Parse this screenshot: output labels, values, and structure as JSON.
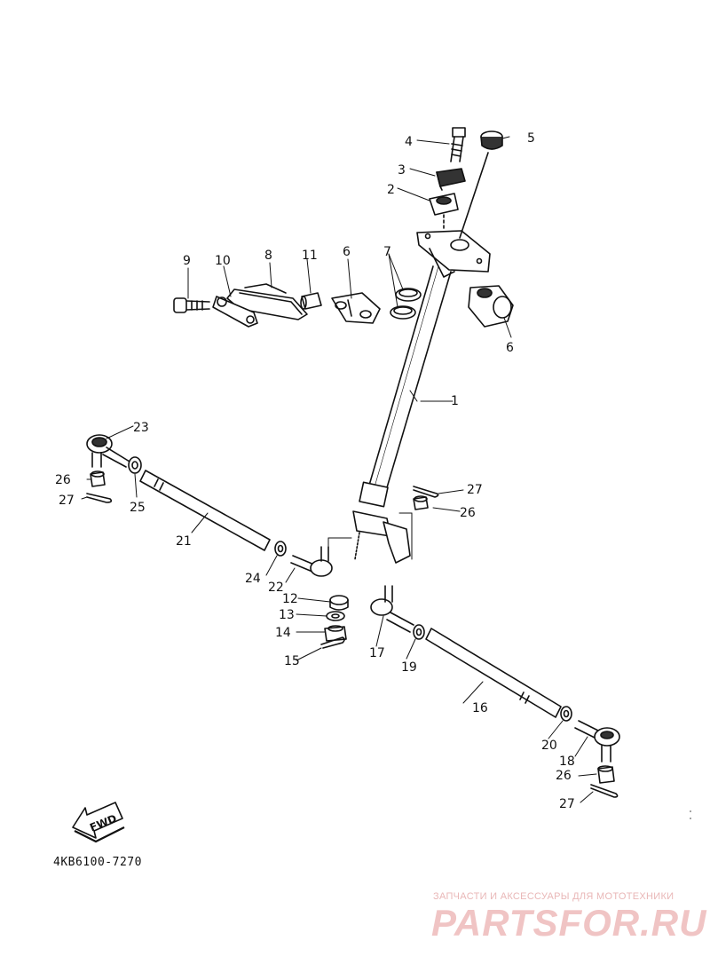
{
  "diagram": {
    "part_labels": [
      {
        "id": "l1",
        "text": "1"
      },
      {
        "id": "l2",
        "text": "2"
      },
      {
        "id": "l3",
        "text": "3"
      },
      {
        "id": "l4",
        "text": "4"
      },
      {
        "id": "l5",
        "text": "5"
      },
      {
        "id": "l6a",
        "text": "6"
      },
      {
        "id": "l6b",
        "text": "6"
      },
      {
        "id": "l7",
        "text": "7"
      },
      {
        "id": "l8",
        "text": "8"
      },
      {
        "id": "l9",
        "text": "9"
      },
      {
        "id": "l10",
        "text": "10"
      },
      {
        "id": "l11",
        "text": "11"
      },
      {
        "id": "l12",
        "text": "12"
      },
      {
        "id": "l13",
        "text": "13"
      },
      {
        "id": "l14",
        "text": "14"
      },
      {
        "id": "l15",
        "text": "15"
      },
      {
        "id": "l16",
        "text": "16"
      },
      {
        "id": "l17",
        "text": "17"
      },
      {
        "id": "l18",
        "text": "18"
      },
      {
        "id": "l19",
        "text": "19"
      },
      {
        "id": "l20",
        "text": "20"
      },
      {
        "id": "l21",
        "text": "21"
      },
      {
        "id": "l22",
        "text": "22"
      },
      {
        "id": "l23",
        "text": "23"
      },
      {
        "id": "l24",
        "text": "24"
      },
      {
        "id": "l25",
        "text": "25"
      },
      {
        "id": "l26a",
        "text": "26"
      },
      {
        "id": "l26b",
        "text": "26"
      },
      {
        "id": "l26c",
        "text": "26"
      },
      {
        "id": "l27a",
        "text": "27"
      },
      {
        "id": "l27b",
        "text": "27"
      },
      {
        "id": "l27c",
        "text": "27"
      }
    ],
    "fwd_label": "FWD",
    "diagram_code": "4KB6100-7270"
  },
  "watermark": {
    "tagline": "ЗАПЧАСТИ И АКСЕССУАРЫ ДЛЯ МОТОТЕХНИКИ",
    "logo": "PARTSFOR.RU"
  }
}
